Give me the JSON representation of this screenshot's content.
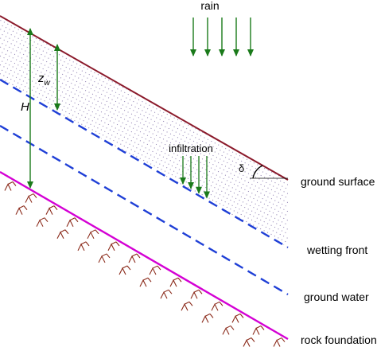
{
  "labels": {
    "rain": "rain",
    "zw_main": "z",
    "zw_sub": "w",
    "H": "H",
    "infiltration": "infiltration",
    "delta": "δ",
    "ground_surface": "ground surface",
    "wetting_front": "wetting front",
    "ground_water": "ground water",
    "rock_foundation": "rock foundation"
  },
  "colors": {
    "ground_surface_line": "#8b1a2b",
    "wetting_front_line": "#1f3fd6",
    "ground_water_line": "#1f3fd6",
    "rock_line": "#d400d4",
    "rock_hatch": "#8b2a1a",
    "arrows": "#1a7a1a",
    "dots": "#6e5a9a"
  },
  "rain_arrow_count": 5,
  "infiltration_arrow_count": 4
}
